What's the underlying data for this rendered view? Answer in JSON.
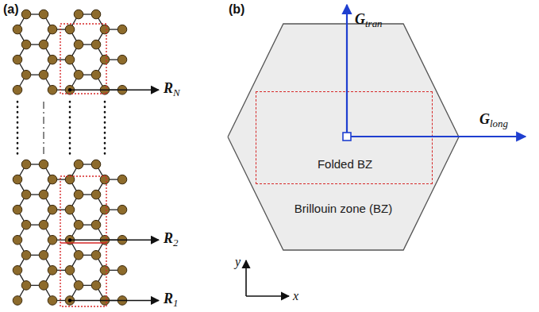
{
  "diagram": {
    "nodes": [
      {
        "text": [
          "Brillouin zone (BZ)"
        ]
      },
      {
        "text": [
          "Folded BZ"
        ],
        "in": 0
      }
    ],
    "labels": [
      "(a)",
      "(b)",
      "R1",
      "R2",
      "RN",
      "Gtran",
      "Glong",
      "y",
      "x"
    ]
  }
}
